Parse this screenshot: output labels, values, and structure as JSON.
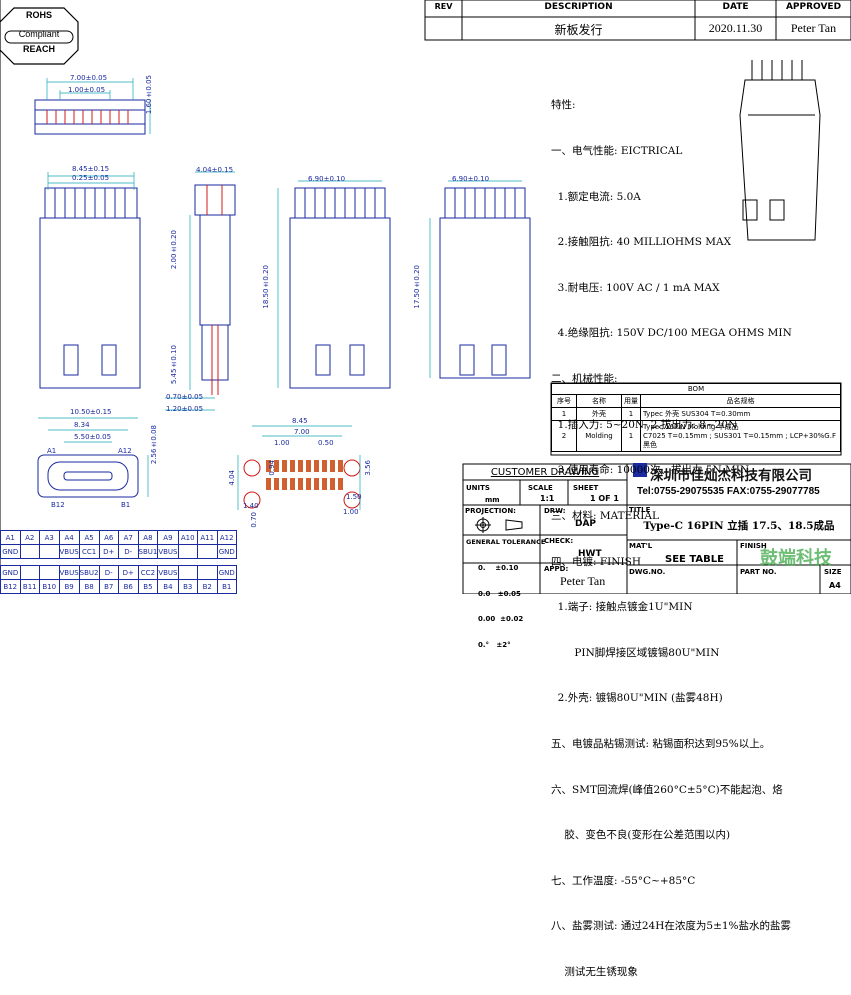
{
  "compliance_badge": {
    "line1": "ROHS",
    "line2": "Compliant",
    "line3": "REACH"
  },
  "revision_table": {
    "headers": [
      "REV",
      "DESCRIPTION",
      "DATE",
      "APPROVED"
    ],
    "row": {
      "rev": "",
      "description": "新板发行",
      "date": "2020.11.30",
      "approved": "Peter Tan"
    }
  },
  "dimensions": {
    "top_width": "7.00±0.05",
    "top_pitch": "1.00±0.05",
    "top_height": "1.60±0.05",
    "front_width": "8.45±0.15",
    "front_pitch": "0.25±0.05",
    "side_width": "4.04±0.15",
    "side_height": "2.00±0.20",
    "side_small1": "5.45±0.10",
    "side_small2": "0.70±0.05",
    "side_small3": "1.20±0.05",
    "mid_width": "6.90±0.10",
    "mid_length": "18.50±0.20",
    "right_width": "6.90±0.10",
    "right_length": "17.50±0.20",
    "face_outer": "10.50±0.15",
    "face_mid": "8.34",
    "face_inner": "5.50±0.05",
    "face_height": "2.56±0.08",
    "face_a1": "A1",
    "face_a12": "A12",
    "face_b12": "B12",
    "face_b1": "B1",
    "pcb_w1": "8.45",
    "pcb_w2": "7.00",
    "pcb_p1": "1.00",
    "pcb_p2": "0.50",
    "pcb_h1": "4.04",
    "pcb_h2": "3.56",
    "pcb_s1": "1.40",
    "pcb_s2": "0.70",
    "pcb_s3": "1.50",
    "pcb_s4": "1.00",
    "pcb_s5": "0.94"
  },
  "spec": {
    "title": "特性:",
    "lines": [
      "一、电气性能: EICTRICAL",
      "  1.额定电流: 5.0A",
      "  2.接触阻抗: 40 MILLIOHMS MAX",
      "  3.耐电压: 100V AC / 1 mA MAX",
      "  4.绝缘阻抗: 150V DC/100 MEGA OHMS MIN",
      "二、机械性能:",
      "  1.插入力: 5~20N  2.拔出力: 8~20N",
      "  3.使用寿命: 10000次、拔出力 5N MIN",
      "三、材料: MATERIAL",
      "四、电镀: FINISH",
      "  1.端子: 接触点镀金1U\"MIN",
      "       PIN脚焊接区域镀锡80U\"MIN",
      "  2.外壳: 镀锡80U\"MIN (盐雾48H)",
      "五、电镀品粘锡测试: 粘锡面积达到95%以上。",
      "六、SMT回流焊(峰值260°C±5°C)不能起泡、烙",
      "    胶、变色不良(变形在公差范围以内)",
      "七、工作温度: -55°C~+85°C",
      "八、盐雾测试: 通过24H在浓度为5±1%盐水的盐雾",
      "    测试无生锈现象"
    ]
  },
  "bom": {
    "title": "BOM",
    "headers": [
      "序号",
      "名称",
      "用量",
      "品名规格"
    ],
    "rows": [
      {
        "no": "1",
        "name": "外壳",
        "qty": "1",
        "spec": "Typec 外壳 SUS304 T=0.30mm"
      },
      {
        "no": "2",
        "name": "Molding",
        "qty": "1",
        "spec": "Typec 16PIN Molding 半成品\nC7025 T=0.15mm ; SUS301 T=0.15mm ; LCP+30%G.F黑色"
      }
    ]
  },
  "title_block": {
    "customer_drawing": "CUSTOMER DRAWING",
    "units_label": "UNITS",
    "units_value": "mm",
    "scale_label": "SCALE",
    "scale_value": "1:1",
    "sheet_label": "SHEET",
    "sheet_value": "1 OF 1",
    "projection_label": "PROJECTION:",
    "drw_label": "DRW:",
    "drw_value": "DAP",
    "tol_label": "GENERAL TOLERANCE",
    "tol_lines": [
      "0.    ±0.10",
      "0.0   ±0.05",
      "0.00  ±0.02",
      "0.°   ±2°"
    ],
    "chk_label": "CHECK:",
    "chk_value": "HWT",
    "appd_label": "APPD:",
    "appd_value": "Peter Tan",
    "company": "深圳市佳灿杰科技有限公司",
    "phone": "Tel:0755-29075535 FAX:0755-29077785",
    "title_label": "TITLE",
    "title_value": "Type-C 16PIN 立插 17.5、18.5成品",
    "matl_label": "MAT'L",
    "matl_value": "SEE TABLE",
    "finish_label": "FINISH",
    "dwg_label": "DWG.NO.",
    "part_label": "PART NO.",
    "size_label": "SIZE",
    "size_value": "A4",
    "watermark": "鼓端科技"
  },
  "pin_table": {
    "row1": [
      "A1",
      "A2",
      "A3",
      "A4",
      "A5",
      "A6",
      "A7",
      "A8",
      "A9",
      "A10",
      "A11",
      "A12"
    ],
    "row2": [
      "GND",
      "",
      "",
      "VBUS",
      "CC1",
      "D+",
      "D-",
      "SBU1",
      "VBUS",
      "",
      "",
      "GND"
    ],
    "row3": [
      "GND",
      "",
      "",
      "VBUS",
      "SBU2",
      "D-",
      "D+",
      "CC2",
      "VBUS",
      "",
      "",
      "GND"
    ],
    "row4": [
      "B12",
      "B11",
      "B10",
      "B9",
      "B8",
      "B7",
      "B6",
      "B5",
      "B4",
      "B3",
      "B2",
      "B1"
    ]
  },
  "colors": {
    "cad_blue": "#1a2aa0",
    "cad_red": "#d01818",
    "cad_cyan": "#10a8b8",
    "watermark_green": "#3ea848"
  }
}
